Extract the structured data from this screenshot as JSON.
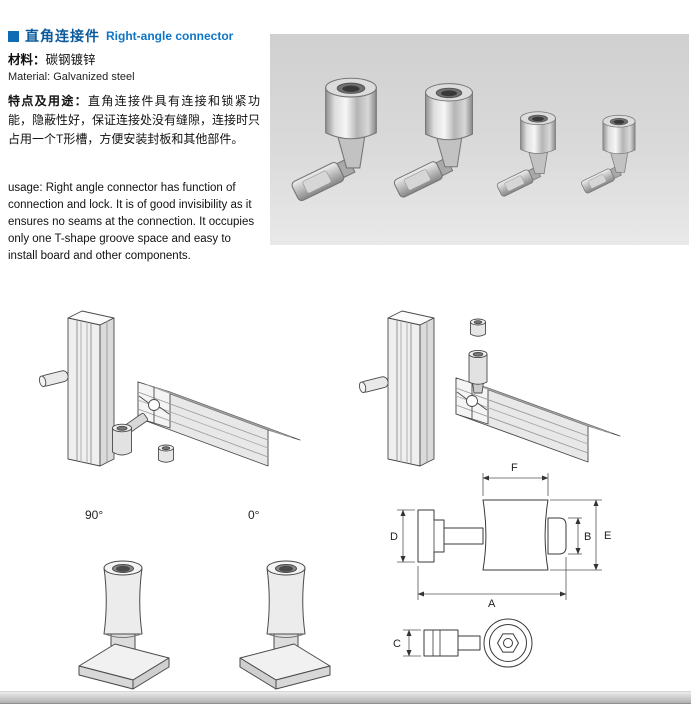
{
  "header": {
    "title_cn": "直角连接件",
    "title_en": "Right-angle connector"
  },
  "material": {
    "label_cn": "材料：",
    "value_cn": "碳钢镀锌",
    "line_en": "Material: Galvanized steel"
  },
  "features": {
    "label_cn": "特点及用途：",
    "text_cn": "直角连接件具有连接和锁紧功能，隐蔽性好，保证连接处没有缝隙，连接时只占用一个T形槽，方便安装封板和其他部件。"
  },
  "usage": {
    "text_en": "usage: Right angle connector has function of connection and lock. It is of good invisibility as it ensures no seams at the connection. It occupies only one T-shape groove space and easy to install board and other components."
  },
  "views": {
    "angle_90": "90°",
    "angle_0": "0°"
  },
  "dims": {
    "A": "A",
    "B": "B",
    "C": "C",
    "D": "D",
    "E": "E",
    "F": "F"
  },
  "colors": {
    "accent_blue": "#0f6bb2",
    "photo_background": "#d9d9d9",
    "footer_gray": "#b1b1b1"
  }
}
